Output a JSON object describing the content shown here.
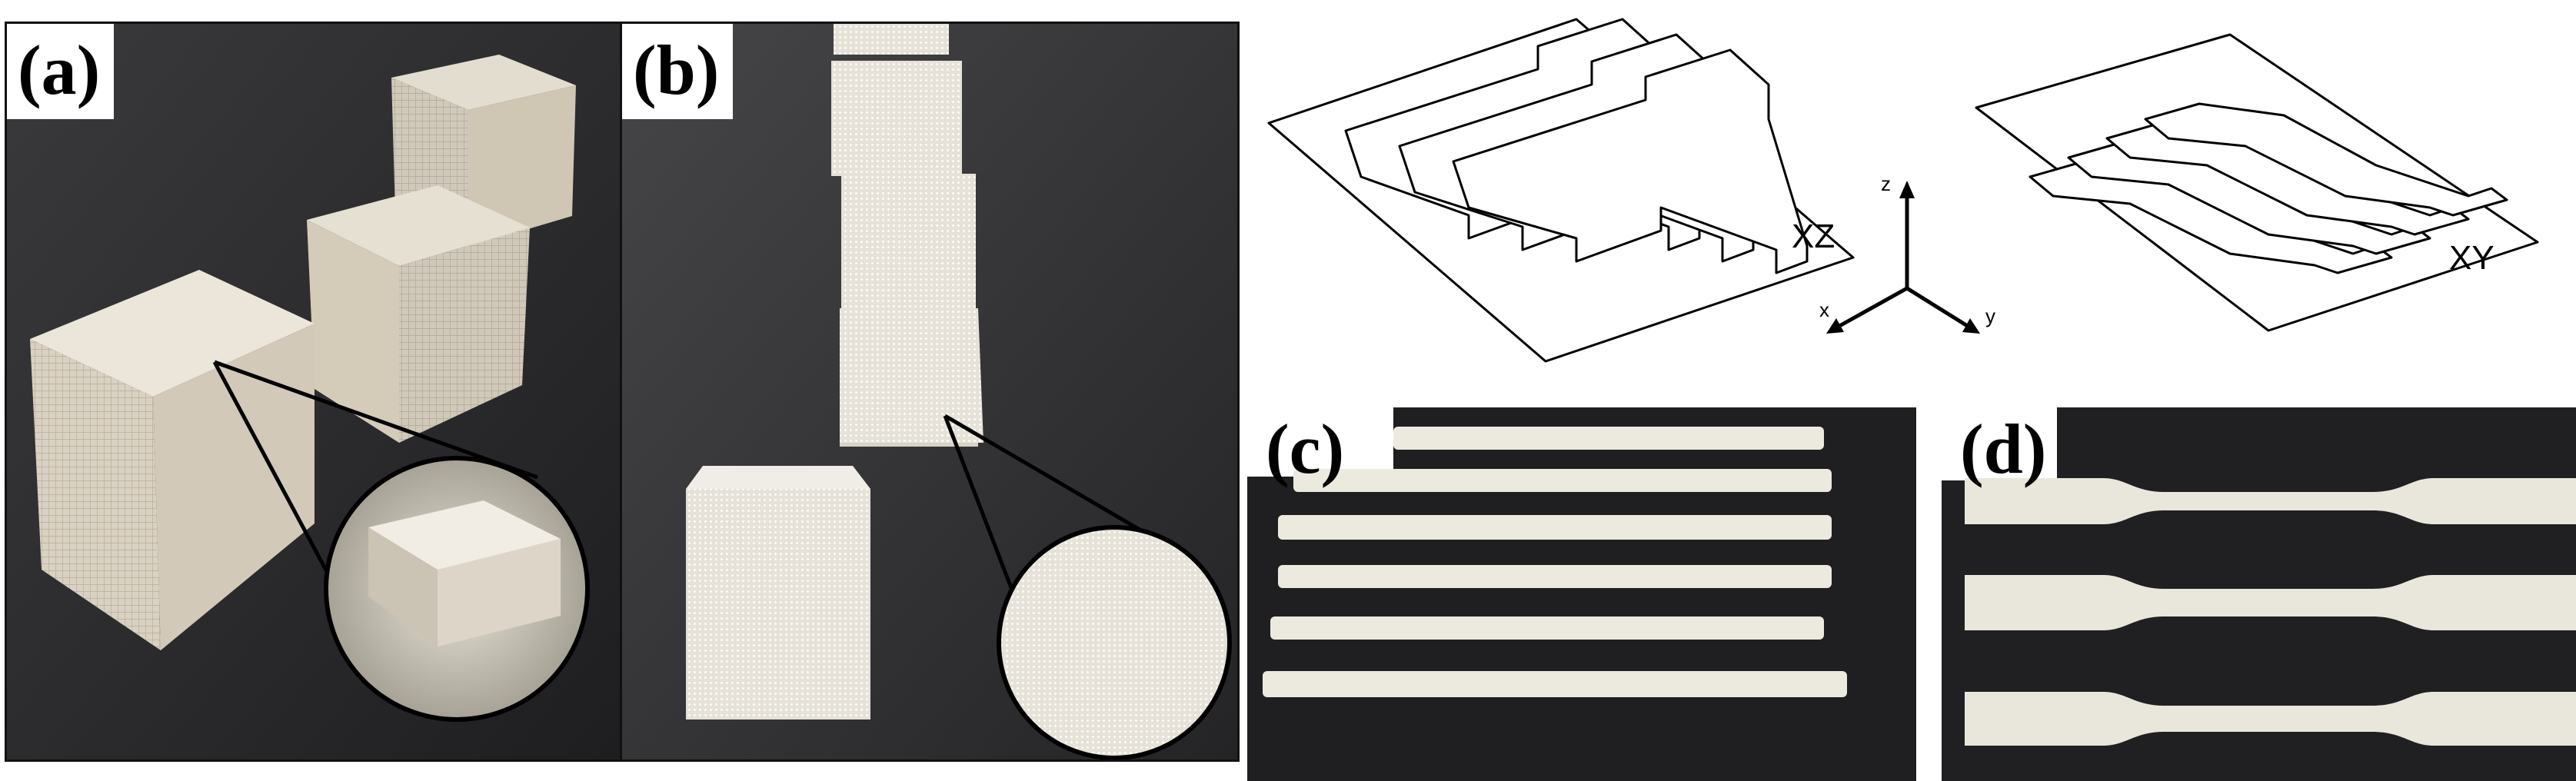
{
  "panels": {
    "a": {
      "label": "(a)"
    },
    "b": {
      "label": "(b)"
    },
    "c": {
      "label": "(c)"
    },
    "d": {
      "label": "(d)"
    }
  },
  "schematic": {
    "left_orientation": "XZ",
    "right_orientation": "XY",
    "axes": {
      "z": "z",
      "x": "x",
      "y": "y"
    }
  },
  "colors": {
    "background_dark": "#2a2a2c",
    "specimen_white": "#ecebe4",
    "line": "#000000"
  }
}
